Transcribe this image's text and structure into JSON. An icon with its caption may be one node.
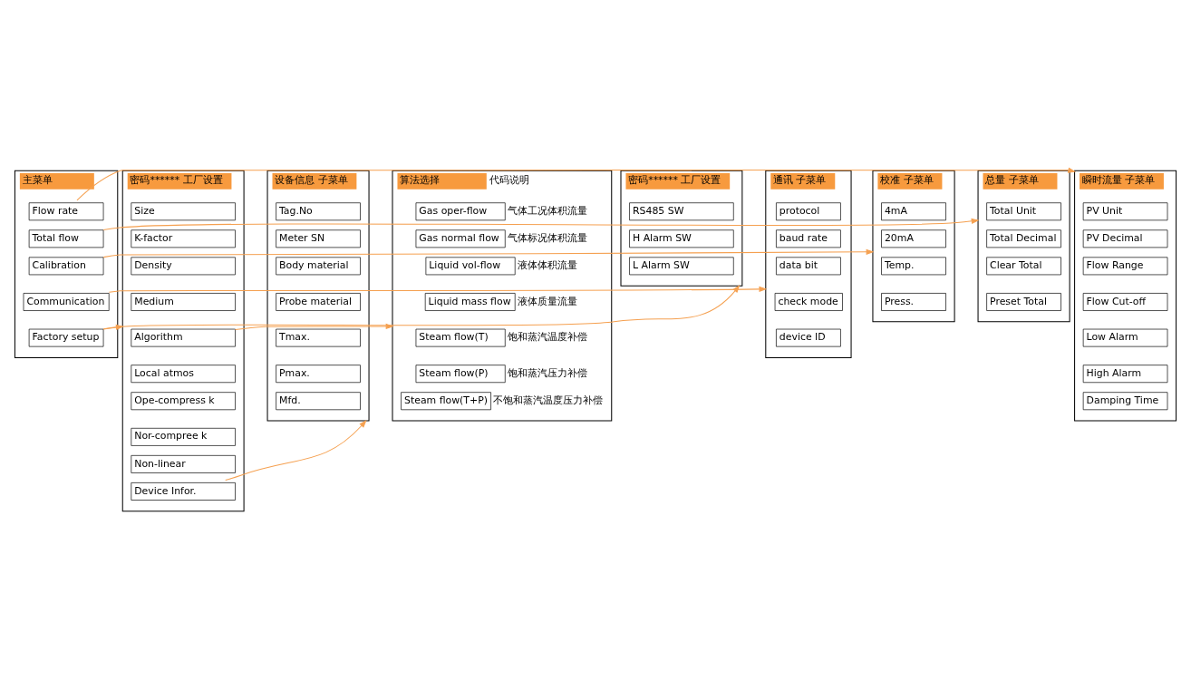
{
  "diagram": {
    "nodes": [
      {
        "text": [
          "主菜单"
        ]
      },
      {
        "text": [
          "Flow rate"
        ],
        "in": 0
      },
      {
        "text": [
          "Total flow"
        ],
        "in": 0
      },
      {
        "text": [
          "Calibration"
        ],
        "in": 0
      },
      {
        "text": [
          "Communication"
        ],
        "in": 0
      },
      {
        "text": [
          "Factory setup"
        ],
        "in": 0
      },
      {
        "text": [
          "瞬时流量 子菜单"
        ]
      },
      {
        "text": [
          "PV Unit"
        ],
        "in": 6
      },
      {
        "text": [
          "PV Decimal"
        ],
        "in": 6
      },
      {
        "text": [
          "Flow Range"
        ],
        "in": 6
      },
      {
        "text": [
          "Flow Cut-off"
        ],
        "in": 6
      },
      {
        "text": [
          "Low Alarm"
        ],
        "in": 6
      },
      {
        "text": [
          "High Alarm"
        ],
        "in": 6
      },
      {
        "text": [
          "Damping Time"
        ],
        "in": 6
      },
      {
        "text": [
          "通讯 子菜单"
        ]
      },
      {
        "text": [
          "protocol"
        ],
        "in": 14
      },
      {
        "text": [
          "baud rate"
        ],
        "in": 14
      },
      {
        "text": [
          "data bit"
        ],
        "in": 14
      },
      {
        "text": [
          "check mode"
        ],
        "in": 14
      },
      {
        "text": [
          "device ID"
        ],
        "in": 14
      },
      {
        "text": [
          "校准 子菜单"
        ]
      },
      {
        "text": [
          "4mA"
        ],
        "in": 20
      },
      {
        "text": [
          "20mA"
        ],
        "in": 20
      },
      {
        "text": [
          "Temp."
        ],
        "in": 20
      },
      {
        "text": [
          "Press."
        ],
        "in": 20
      },
      {
        "text": [
          "密码****** 工厂设置"
        ]
      },
      {
        "text": [
          "Size"
        ],
        "in": 25
      },
      {
        "text": [
          "K-factor"
        ],
        "in": 25
      },
      {
        "text": [
          "Density"
        ],
        "in": 25
      },
      {
        "text": [
          "Medium"
        ],
        "in": 25
      },
      {
        "text": [
          "Algorithm"
        ],
        "in": 25
      },
      {
        "text": [
          "Local atmos"
        ],
        "in": 25
      },
      {
        "text": [
          "Ope-compress k"
        ],
        "in": 25
      },
      {
        "text": [
          "Nor-compree k"
        ],
        "in": 25
      },
      {
        "text": [
          "Non-linear"
        ],
        "in": 25
      },
      {
        "text": [
          "Device Infor."
        ],
        "in": 25
      },
      {
        "text": [
          "总量 子菜单"
        ]
      },
      {
        "text": [
          "Total Unit"
        ],
        "in": 36
      },
      {
        "text": [
          "Total Decimal"
        ],
        "in": 36
      },
      {
        "text": [
          "Clear Total"
        ],
        "in": 36
      },
      {
        "text": [
          "Preset Total"
        ],
        "in": 36
      },
      {
        "text": [
          "算法选择"
        ],
        "beside": [
          "代码说明"
        ]
      },
      {
        "text": [
          "Gas oper-flow"
        ],
        "in": 41,
        "beside": [
          "气体工况体积流量"
        ]
      },
      {
        "text": [
          "Gas normal flow"
        ],
        "in": 41,
        "beside": [
          "气体标况体积流量"
        ]
      },
      {
        "text": [
          "Liquid vol-flow"
        ],
        "in": 41,
        "beside": [
          "液体体积流量"
        ]
      },
      {
        "text": [
          "Liquid mass flow"
        ],
        "in": 41,
        "beside": [
          "液体质量流量"
        ]
      },
      {
        "text": [
          "Steam flow(T)"
        ],
        "in": 41,
        "beside": [
          "饱和蒸汽温度补偿"
        ]
      },
      {
        "text": [
          "Steam flow(P)"
        ],
        "in": 41,
        "beside": [
          "饱和蒸汽压力补偿"
        ]
      },
      {
        "text": [
          "Steam flow(T+P)"
        ],
        "in": 41,
        "beside": [
          "不饱和蒸汽温度压力补偿"
        ]
      },
      {
        "text": [
          "设备信息 子菜单"
        ]
      },
      {
        "text": [
          "Tag.No"
        ],
        "in": 49
      },
      {
        "text": [
          "Meter SN"
        ],
        "in": 49
      },
      {
        "text": [
          "Body material"
        ],
        "in": 49
      },
      {
        "text": [
          "Probe material"
        ],
        "in": 49
      },
      {
        "text": [
          "Tmax."
        ],
        "in": 49
      },
      {
        "text": [
          "Pmax."
        ],
        "in": 49
      },
      {
        "text": [
          "Mfd."
        ],
        "in": 49
      },
      {
        "text": [
          "密码****** 工厂设置"
        ]
      },
      {
        "text": [
          "RS485 SW"
        ],
        "in": 57
      },
      {
        "text": [
          "H Alarm SW"
        ],
        "in": 57
      },
      {
        "text": [
          "L Alarm SW"
        ],
        "in": 57
      }
    ],
    "edges": [
      {
        "from": 1,
        "to": 6,
        "arrow": "to"
      },
      {
        "from": 2,
        "to": 36,
        "arrow": "to"
      },
      {
        "from": 3,
        "to": 20,
        "arrow": "to"
      },
      {
        "from": 4,
        "to": 14,
        "arrow": "to"
      },
      {
        "from": 5,
        "to": 25,
        "arrow": "to"
      },
      {
        "from": 5,
        "to": 57,
        "arrow": "to"
      },
      {
        "from": 30,
        "to": 41,
        "arrow": "to"
      },
      {
        "from": 35,
        "to": 49,
        "arrow": "to"
      }
    ]
  }
}
